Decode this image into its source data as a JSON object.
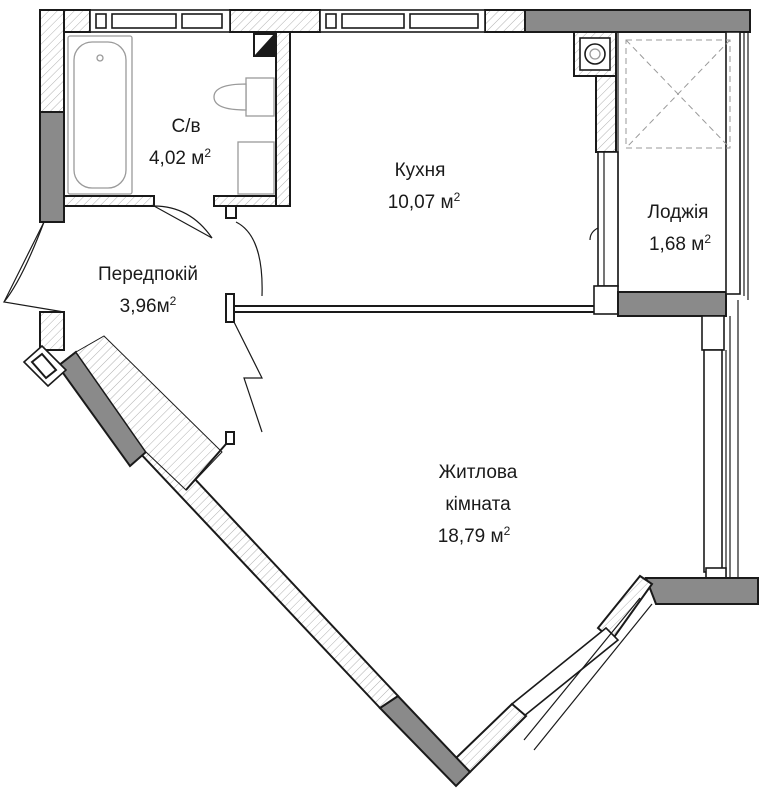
{
  "rooms": {
    "bathroom": {
      "name": "С/в",
      "area": "4,02 м",
      "unit_sup": "2"
    },
    "kitchen": {
      "name": "Кухня",
      "area": "10,07 м",
      "unit_sup": "2"
    },
    "loggia": {
      "name": "Лоджія",
      "area": "1,68 м",
      "unit_sup": "2"
    },
    "hallway": {
      "name": "Передпокій",
      "area": "3,96м",
      "unit_sup": "2"
    },
    "living": {
      "name_line1": "Житлова",
      "name_line2": "кімната",
      "area": "18,79 м",
      "unit_sup": "2"
    }
  },
  "colors": {
    "wall_fill": "#8a8a8a",
    "line": "#1a1a1a",
    "fixture": "#9a9a9a"
  }
}
